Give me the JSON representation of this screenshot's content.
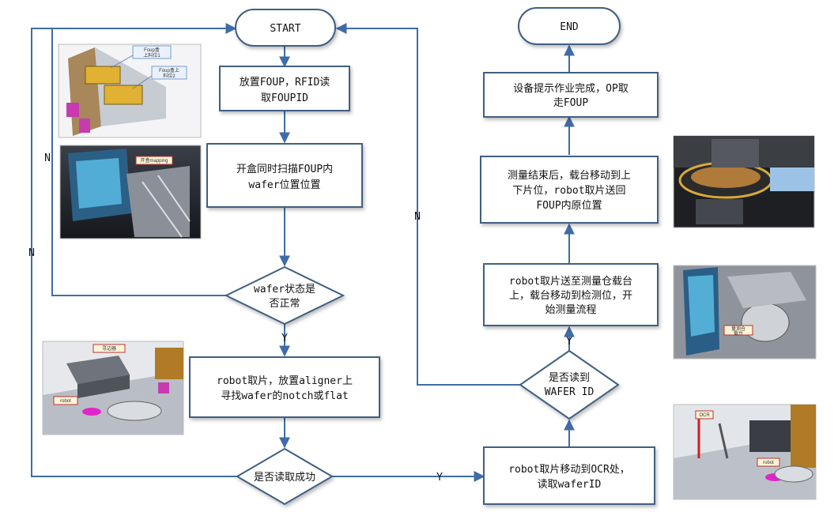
{
  "nodes": {
    "start": "START",
    "end": "END",
    "place_foup": [
      "放置FOUP，RFID读",
      "取FOUPID"
    ],
    "scan_wafer": [
      "开盒同时扫描FOUP内",
      "wafer位置位置"
    ],
    "wafer_ok": [
      "wafer状态是",
      "否正常"
    ],
    "aligner": [
      "robot取片，放置aligner上",
      "寻找wafer的notch或flat"
    ],
    "read_success": [
      "是否读取成功"
    ],
    "ocr": [
      "robot取片移动到OCR处，",
      "读取waferID"
    ],
    "read_id": [
      "是否读到",
      "WAFER ID"
    ],
    "measure": [
      "robot取片送至测量仓载台",
      "上，载台移动到检测位，开",
      "始测量流程"
    ],
    "return": [
      "测量结束后，载台移动到上",
      "下片位，robot取片送回",
      "FOUP内原位置"
    ],
    "done": [
      "设备提示作业完成，OP取",
      "走FOUP"
    ]
  },
  "edge_labels": {
    "n_left_outer": "N",
    "n_left_inner": "N",
    "y_wafer_ok": "Y",
    "y_read_success": "Y",
    "n_read_id": "N",
    "y_read_id": "Y"
  },
  "photos": {
    "foup_tag1": "Foup盒",
    "foup_tag2": "上料位1",
    "foup_tag3": "Foup盒上",
    "foup_tag4": "料位2",
    "mapping_tag": "开盒mapping",
    "aligner_tag": "寻边器",
    "robot_tag": "robot",
    "ocr_tag": "OCR",
    "robot_tag2": "robot",
    "stage_tag1": "量测仓",
    "stage_tag2": "载台"
  },
  "colors": {
    "node_border": "#3f5f82",
    "node_fill": "#ffffff",
    "arrow": "#3f6ca8"
  }
}
